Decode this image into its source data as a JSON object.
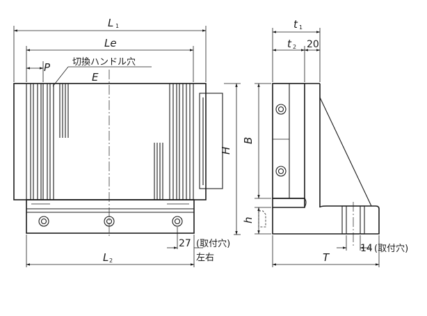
{
  "dimensions": {
    "L1": "L",
    "L1_sub": "1",
    "Le": "Le",
    "P": "P",
    "E": "E",
    "H": "H",
    "B": "B",
    "h": "h",
    "L2": "L",
    "L2_sub": "2",
    "t1": "t",
    "t1_sub": "1",
    "t2": "t",
    "t2_sub": "2",
    "T": "T",
    "val_20": "20",
    "val_27": "27",
    "val_14": "14"
  },
  "notes": {
    "switch_handle_hole": "切換ハンドル穴",
    "mount_hole": "(取付穴)",
    "left_right": "左右",
    "mount_hole_side": "(取付穴)"
  }
}
